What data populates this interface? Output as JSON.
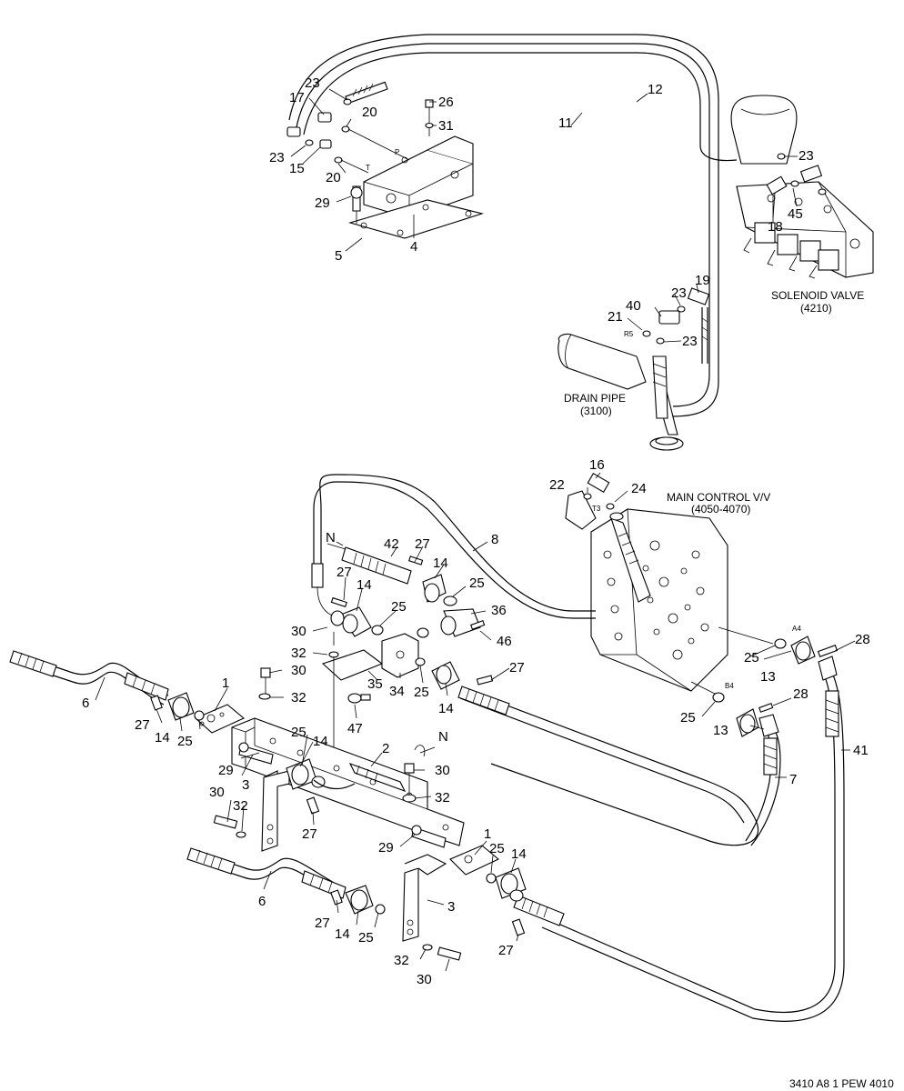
{
  "labels": {
    "solenoid_valve": "SOLENOID VALVE",
    "solenoid_valve_code": "(4210)",
    "drain_pipe": "DRAIN PIPE",
    "drain_pipe_code": "(3100)",
    "main_control": "MAIN CONTROL V/V",
    "main_control_code": "(4050-4070)",
    "port_p": "P",
    "port_t": "T",
    "port_r5": "R5",
    "port_t3": "T3",
    "port_a4": "A4",
    "port_b4": "B4",
    "mark_n1": "N",
    "mark_n2": "N"
  },
  "part_numbers": {
    "p1a": "1",
    "p1b": "1",
    "p2": "2",
    "p3a": "3",
    "p3b": "3",
    "p4": "4",
    "p5": "5",
    "p6a": "6",
    "p6b": "6",
    "p7": "7",
    "p8": "8",
    "p11": "11",
    "p12": "12",
    "p13a": "13",
    "p13b": "13",
    "p14a": "14",
    "p14b": "14",
    "p14c": "14",
    "p14d": "14",
    "p14e": "14",
    "p14f": "14",
    "p15": "15",
    "p16": "16",
    "p17": "17",
    "p18": "18",
    "p19": "19",
    "p20a": "20",
    "p20b": "20",
    "p21": "21",
    "p22": "22",
    "p23a": "23",
    "p23b": "23",
    "p23c": "23",
    "p23d": "23",
    "p23e": "23",
    "p24": "24",
    "p25a": "25",
    "p25b": "25",
    "p25c": "25",
    "p25d": "25",
    "p25e": "25",
    "p25f": "25",
    "p25g": "25",
    "p25h": "25",
    "p26": "26",
    "p27a": "27",
    "p27b": "27",
    "p27c": "27",
    "p27d": "27",
    "p27e": "27",
    "p27f": "27",
    "p28a": "28",
    "p28b": "28",
    "p29a": "29",
    "p29b": "29",
    "p29c": "29",
    "p30a": "30",
    "p30b": "30",
    "p30c": "30",
    "p30d": "30",
    "p30e": "30",
    "p31": "31",
    "p32a": "32",
    "p32b": "32",
    "p32c": "32",
    "p32d": "32",
    "p32e": "32",
    "p34": "34",
    "p35": "35",
    "p36": "36",
    "p40": "40",
    "p41": "41",
    "p42": "42",
    "p45": "45",
    "p46": "46",
    "p47": "47"
  },
  "footer_code": "3410 A8 1 PEW 4010"
}
